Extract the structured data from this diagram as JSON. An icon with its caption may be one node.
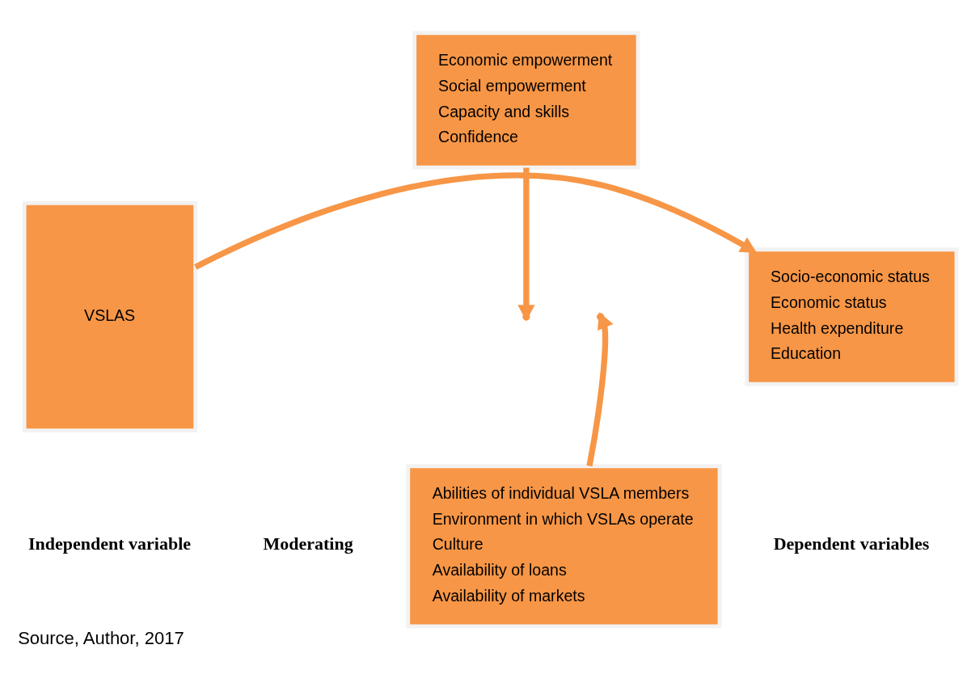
{
  "diagram": {
    "caption": "Source, Author, 2017",
    "nodes": [
      {
        "text": [
          "VSLAS"
        ]
      },
      {
        "text": [
          "Economic empowerment",
          "Social empowerment",
          "Capacity and skills",
          "Confidence"
        ]
      },
      {
        "text": [
          "Socio-economic status",
          "Economic status",
          "Health expenditure",
          "Education"
        ]
      },
      {
        "text": [
          "Abilities of individual VSLA members",
          "Environment in which VSLAs operate",
          "Culture",
          "Availability of loans",
          "Availability of markets"
        ]
      }
    ],
    "edges": [
      {
        "from": 0,
        "to": 2,
        "arrow": "to"
      },
      {
        "from": 1,
        "to": null,
        "arrow": "to"
      },
      {
        "from": 3,
        "to": null,
        "arrow": "to"
      }
    ],
    "labels": [
      "Independent variable",
      "Dependent variables",
      "Moderating"
    ]
  }
}
